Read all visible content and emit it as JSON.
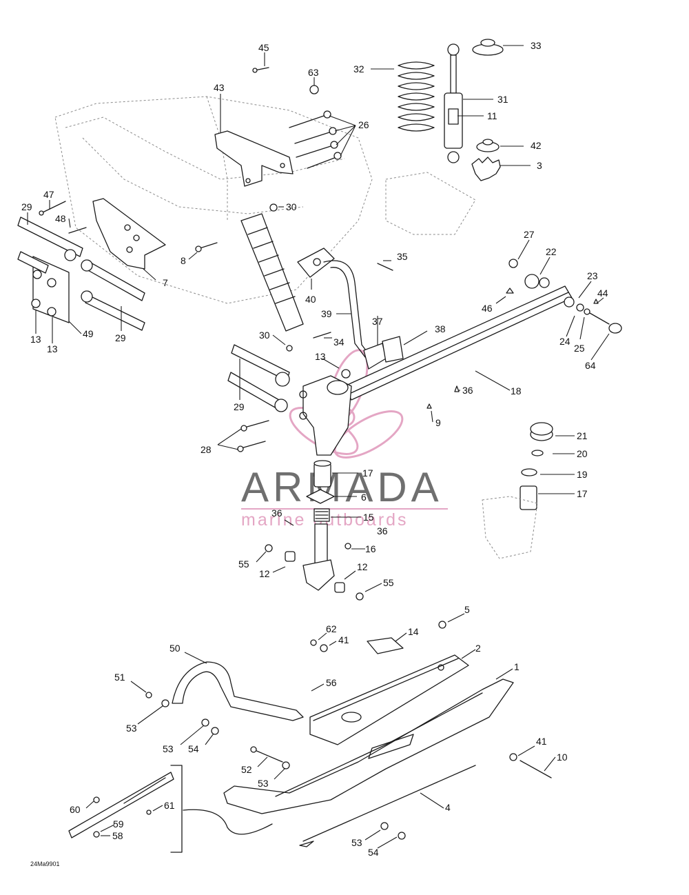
{
  "diagram_code": "24Ma9901",
  "watermark": {
    "brand": "ARMADA",
    "tagline": "marine outboards",
    "accent_color": "#e4a6c4",
    "text_color": "#6f6f6f"
  },
  "callouts": [
    {
      "id": "c45",
      "label": "45"
    },
    {
      "id": "c63",
      "label": "63"
    },
    {
      "id": "c43",
      "label": "43"
    },
    {
      "id": "c26",
      "label": "26"
    },
    {
      "id": "c32",
      "label": "32"
    },
    {
      "id": "c33",
      "label": "33"
    },
    {
      "id": "c31",
      "label": "31"
    },
    {
      "id": "c11",
      "label": "11"
    },
    {
      "id": "c42",
      "label": "42"
    },
    {
      "id": "c3",
      "label": "3"
    },
    {
      "id": "c47",
      "label": "47"
    },
    {
      "id": "c29a",
      "label": "29"
    },
    {
      "id": "c48",
      "label": "48"
    },
    {
      "id": "c30a",
      "label": "30"
    },
    {
      "id": "c8",
      "label": "8"
    },
    {
      "id": "c7",
      "label": "7"
    },
    {
      "id": "c27",
      "label": "27"
    },
    {
      "id": "c22",
      "label": "22"
    },
    {
      "id": "c35",
      "label": "35"
    },
    {
      "id": "c40",
      "label": "40"
    },
    {
      "id": "c23",
      "label": "23"
    },
    {
      "id": "c44",
      "label": "44"
    },
    {
      "id": "c46",
      "label": "46"
    },
    {
      "id": "c13a",
      "label": "13"
    },
    {
      "id": "c13b",
      "label": "13"
    },
    {
      "id": "c49",
      "label": "49"
    },
    {
      "id": "c29b",
      "label": "29"
    },
    {
      "id": "c39",
      "label": "39"
    },
    {
      "id": "c37",
      "label": "37"
    },
    {
      "id": "c38",
      "label": "38"
    },
    {
      "id": "c30b",
      "label": "30"
    },
    {
      "id": "c34",
      "label": "34"
    },
    {
      "id": "c24",
      "label": "24"
    },
    {
      "id": "c25",
      "label": "25"
    },
    {
      "id": "c64",
      "label": "64"
    },
    {
      "id": "c13c",
      "label": "13"
    },
    {
      "id": "c36a",
      "label": "36"
    },
    {
      "id": "c18",
      "label": "18"
    },
    {
      "id": "c29c",
      "label": "29"
    },
    {
      "id": "c9",
      "label": "9"
    },
    {
      "id": "c28",
      "label": "28"
    },
    {
      "id": "c21",
      "label": "21"
    },
    {
      "id": "c20",
      "label": "20"
    },
    {
      "id": "c19",
      "label": "19"
    },
    {
      "id": "c17a",
      "label": "17"
    },
    {
      "id": "c17b",
      "label": "17"
    },
    {
      "id": "c6",
      "label": "6"
    },
    {
      "id": "c36b",
      "label": "36"
    },
    {
      "id": "c15",
      "label": "15"
    },
    {
      "id": "c36c",
      "label": "36"
    },
    {
      "id": "c16",
      "label": "16"
    },
    {
      "id": "c55a",
      "label": "55"
    },
    {
      "id": "c12a",
      "label": "12"
    },
    {
      "id": "c12b",
      "label": "12"
    },
    {
      "id": "c55b",
      "label": "55"
    },
    {
      "id": "c5",
      "label": "5"
    },
    {
      "id": "c62",
      "label": "62"
    },
    {
      "id": "c14",
      "label": "14"
    },
    {
      "id": "c41a",
      "label": "41"
    },
    {
      "id": "c2",
      "label": "2"
    },
    {
      "id": "c50",
      "label": "50"
    },
    {
      "id": "c1",
      "label": "1"
    },
    {
      "id": "c51",
      "label": "51"
    },
    {
      "id": "c56",
      "label": "56"
    },
    {
      "id": "c53a",
      "label": "53"
    },
    {
      "id": "c53b",
      "label": "53"
    },
    {
      "id": "c54a",
      "label": "54"
    },
    {
      "id": "c41b",
      "label": "41"
    },
    {
      "id": "c10",
      "label": "10"
    },
    {
      "id": "c52",
      "label": "52"
    },
    {
      "id": "c53c",
      "label": "53"
    },
    {
      "id": "c60",
      "label": "60"
    },
    {
      "id": "c61",
      "label": "61"
    },
    {
      "id": "c59",
      "label": "59"
    },
    {
      "id": "c58",
      "label": "58"
    },
    {
      "id": "c4",
      "label": "4"
    },
    {
      "id": "c53d",
      "label": "53"
    },
    {
      "id": "c54b",
      "label": "54"
    }
  ]
}
